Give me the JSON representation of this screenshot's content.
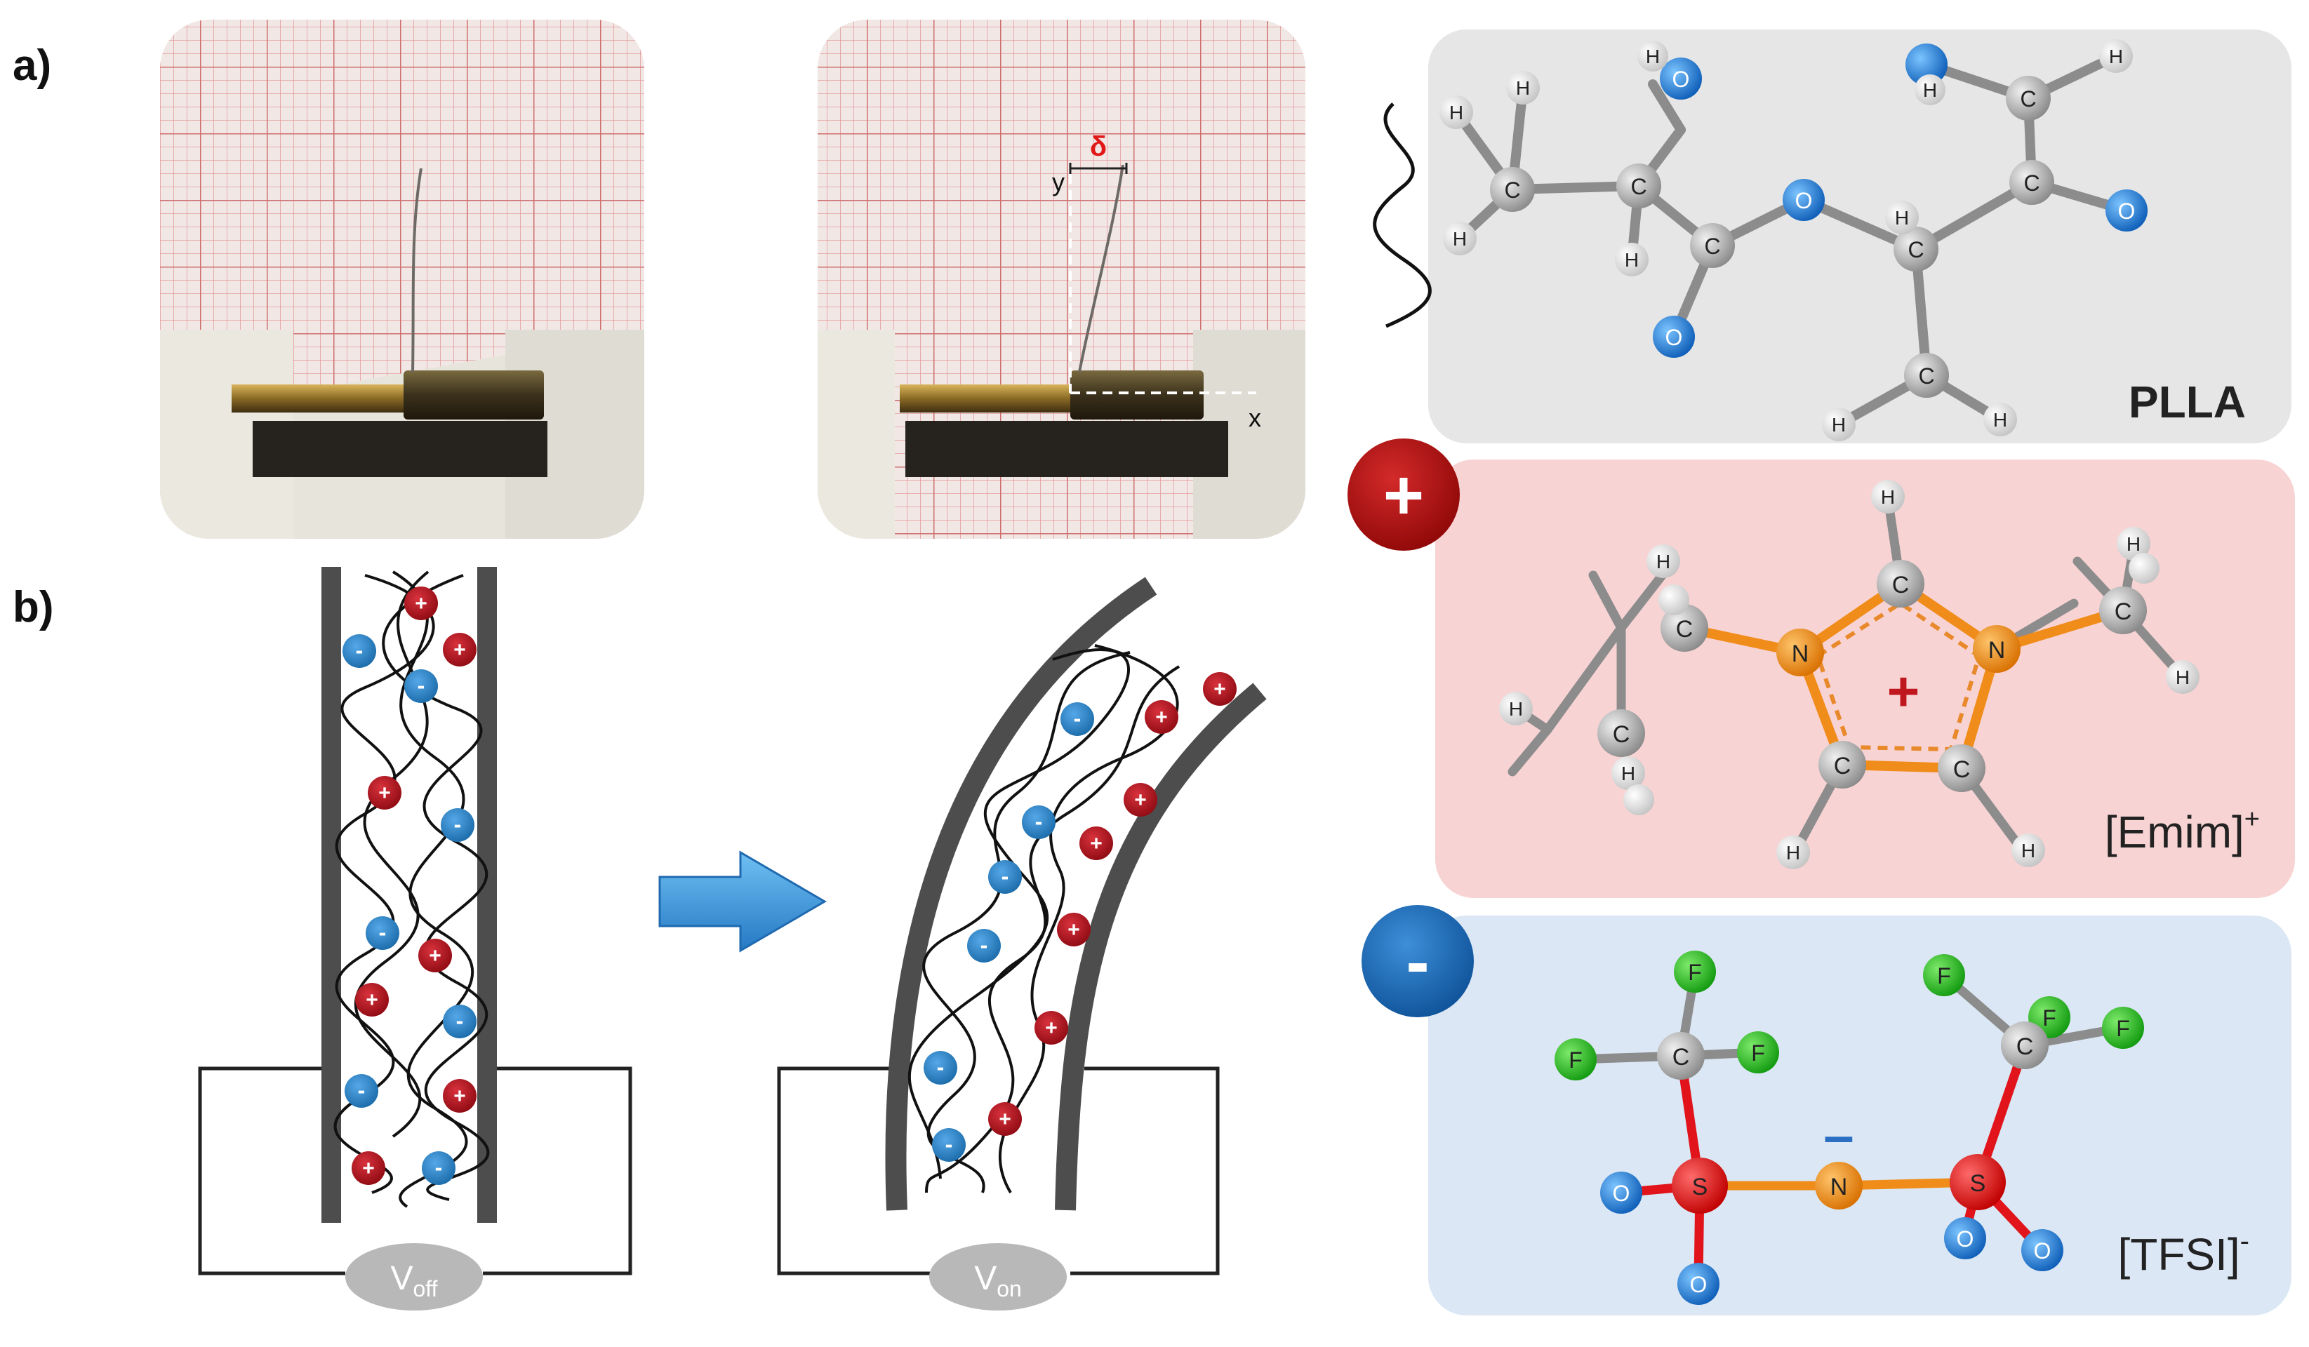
{
  "panel_labels": {
    "a": "a)",
    "b": "b)"
  },
  "photo_annotations": {
    "delta": "δ",
    "y": "y",
    "x": "x"
  },
  "voltage": {
    "off": {
      "main": "V",
      "sub": "off"
    },
    "on": {
      "main": "V",
      "sub": "on"
    }
  },
  "ion_signs": {
    "cation": "+",
    "anion": "-"
  },
  "molecules": {
    "plla": {
      "label": "PLLA"
    },
    "emim": {
      "label": "[Emim]",
      "charge": "+",
      "badge": "+"
    },
    "tfsi": {
      "label": "[TFSI]",
      "charge": "-",
      "badge": "-",
      "bridge_charge": "–"
    }
  },
  "colors": {
    "cation_red": "#b0141f",
    "anion_blue": "#2e86c8",
    "electrode": "#4d4d4d",
    "arrow": "#3a9ad9",
    "plla_bg": "#e6e6e6",
    "emim_bg": "#f8d3d3",
    "tfsi_bg": "#dbe7f4",
    "oxygen": "#1f78d1",
    "nitrogen": "#f08c1a",
    "carbon": "#a9a9a9",
    "hydrogen": "#f2f2f2",
    "fluorine": "#22b41f",
    "sulfur": "#e0141a"
  },
  "icons": [
    "wavy-chain-icon",
    "cation-badge-icon",
    "anion-badge-icon",
    "flow-arrow-icon"
  ]
}
